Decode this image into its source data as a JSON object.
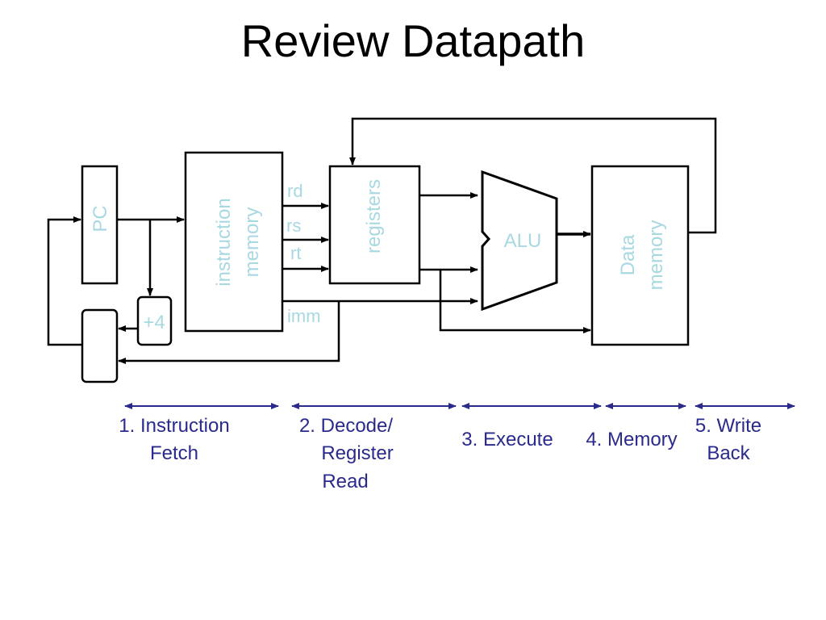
{
  "title": "Review Datapath",
  "components": {
    "pc": "PC",
    "instruction_memory": [
      "instruction",
      "memory"
    ],
    "registers": "registers",
    "alu": "ALU",
    "data_memory": [
      "Data",
      "memory"
    ],
    "adder": "+4"
  },
  "signals": {
    "rd": "rd",
    "rs": "rs",
    "rt": "rt",
    "imm": "imm"
  },
  "stages": [
    {
      "lines": [
        "1. Instruction",
        "Fetch"
      ]
    },
    {
      "lines": [
        "2. Decode/",
        "Register",
        "Read"
      ]
    },
    {
      "lines": [
        "3. Execute"
      ]
    },
    {
      "lines": [
        "4. Memory"
      ]
    },
    {
      "lines": [
        "5. Write",
        "Back"
      ]
    }
  ],
  "colors": {
    "component_label": "#a8d8e0",
    "stage_label": "#2a2a8c",
    "stage_arrow": "#2a2a8c",
    "wire": "#000000"
  }
}
